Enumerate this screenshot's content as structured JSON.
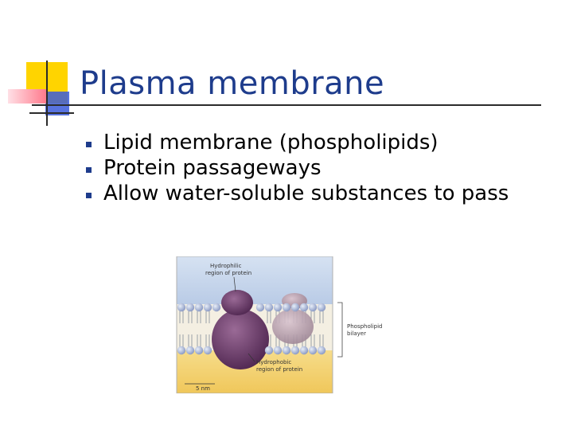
{
  "slide": {
    "title": "Plasma membrane",
    "bullets": [
      "Lipid membrane (phospholipids)",
      "Protein passageways",
      "Allow water-soluble substances to pass"
    ]
  },
  "figure": {
    "labels": {
      "hydrophilic": [
        "Hydrophilic",
        "region of protein"
      ],
      "phospholipid": [
        "Phospholipid",
        "bilayer"
      ],
      "hydrophobic": [
        "Hydrophobic",
        "region of protein"
      ],
      "scale": "5 nm"
    }
  },
  "colors": {
    "title": "#1e3c8c",
    "bullet": "#1e3c8c",
    "deco_yellow": "#ffd400",
    "deco_pink": "#ff7a8c",
    "deco_blue": "#3b5bdb",
    "protein": "#6b3a6b",
    "lipid_head": "#a9b7d9",
    "water_top": "#c9d8ee",
    "water_bottom": "#f3cf6a"
  }
}
